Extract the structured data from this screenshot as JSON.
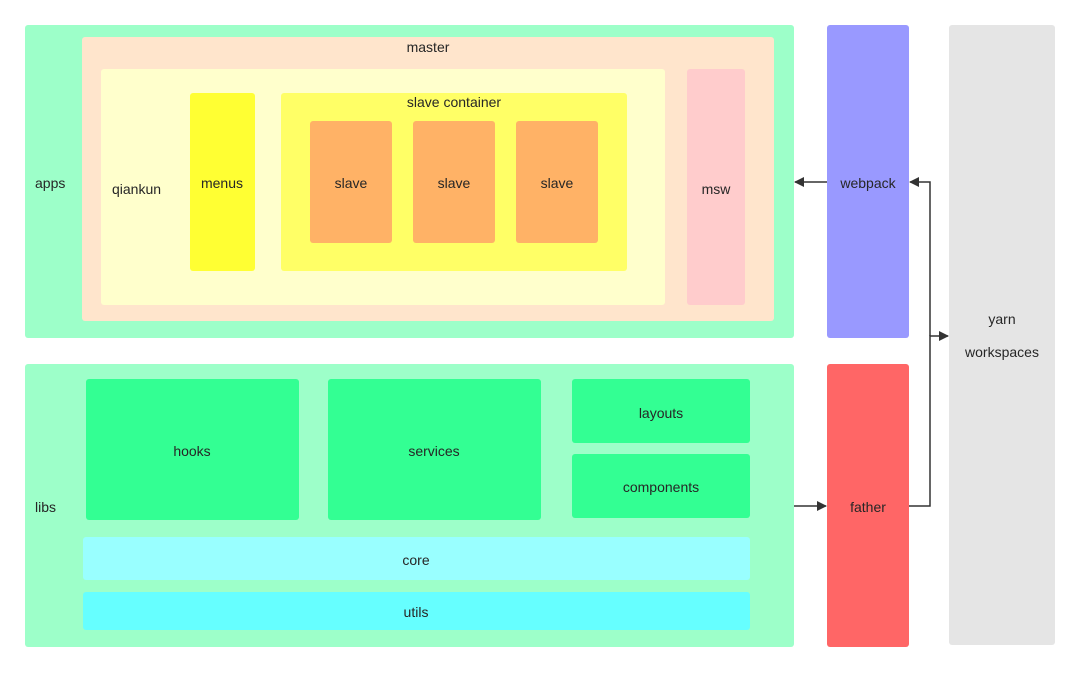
{
  "colors": {
    "group_green": "#9dffc9",
    "master": "#ffe5cc",
    "qiankun": "#ffffcc",
    "menus": "#ffff33",
    "slave_container": "#ffff66",
    "slave": "#ffb266",
    "msw": "#ffcccc",
    "webpack": "#9999ff",
    "father": "#ff6666",
    "yarn": "#e5e5e5",
    "lib_block": "#33ff93",
    "core": "#99ffff",
    "utils": "#66ffff",
    "connector": "#333333"
  },
  "apps": {
    "label": "apps",
    "master": {
      "label": "master",
      "qiankun": {
        "label": "qiankun"
      },
      "menus": {
        "label": "menus"
      },
      "slave_container": {
        "label": "slave container",
        "slaves": [
          "slave",
          "slave",
          "slave"
        ]
      },
      "msw": {
        "label": "msw"
      }
    }
  },
  "libs": {
    "label": "libs",
    "hooks": "hooks",
    "services": "services",
    "layouts": "layouts",
    "components": "components",
    "core": "core",
    "utils": "utils"
  },
  "tools": {
    "webpack": "webpack",
    "father": "father"
  },
  "yarn": {
    "line1": "yarn",
    "line2": "workspaces"
  }
}
